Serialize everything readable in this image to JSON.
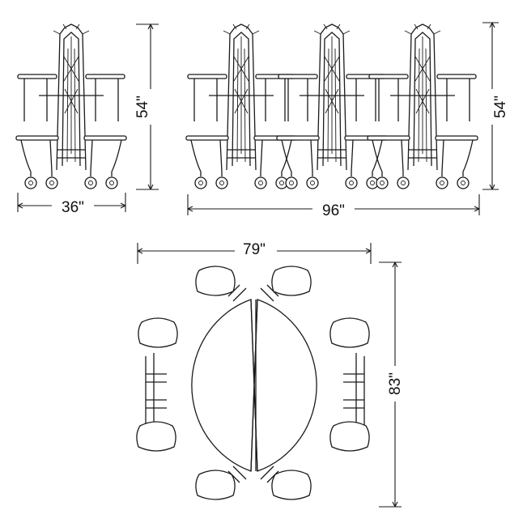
{
  "dimensions": {
    "front_width": "36\"",
    "front_height": "54\"",
    "side_width": "96\"",
    "side_height": "54\"",
    "plan_width": "79\"",
    "plan_depth": "83\""
  },
  "colors": {
    "line": "#1a1a1a",
    "background": "#ffffff"
  }
}
